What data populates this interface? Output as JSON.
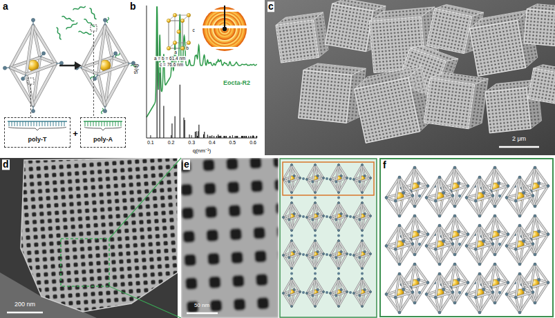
{
  "diagram": {
    "nodes": [
      {
        "text": [
          "poly-T"
        ]
      },
      {
        "text": [
          "poly-A"
        ]
      }
    ],
    "labels": [
      "a",
      "b",
      "c",
      "d",
      "e",
      "f",
      "+",
      "a",
      "b",
      "c",
      "a = b = 61.4 nm",
      "c = 76.6 nm",
      "Eocta-R2",
      "S(q)",
      "q(nm⁻¹)",
      "0.1",
      "0.2",
      "0.3",
      "0.4",
      "0.5",
      "0.6",
      "2 μm",
      "200 nm",
      "50 nm"
    ]
  }
}
